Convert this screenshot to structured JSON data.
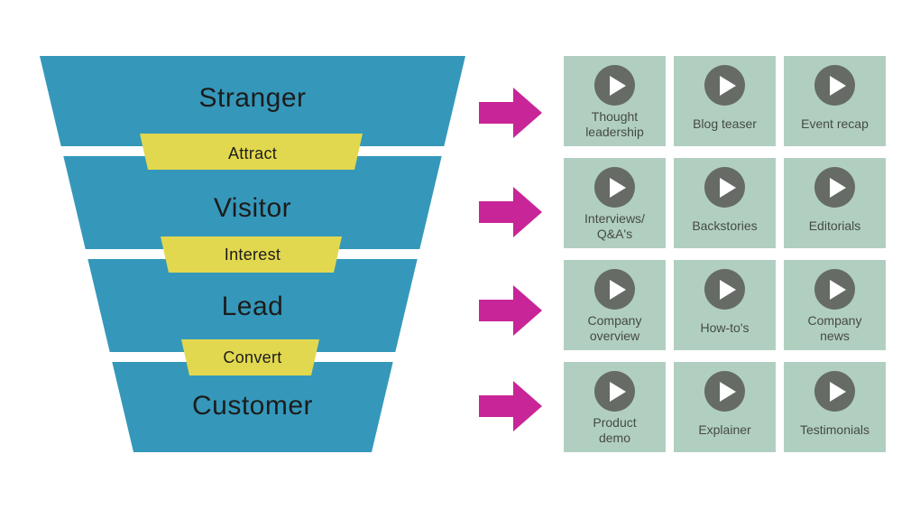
{
  "background_color": "#ffffff",
  "funnel": {
    "stage_color": "#3598ba",
    "transition_color": "#e2d84f",
    "label_color": "#1c1c1c",
    "stages": [
      {
        "label": "Stranger"
      },
      {
        "label": "Visitor"
      },
      {
        "label": "Lead"
      },
      {
        "label": "Customer"
      }
    ],
    "transitions": [
      {
        "label": "Attract"
      },
      {
        "label": "Interest"
      },
      {
        "label": "Convert"
      }
    ]
  },
  "arrows": {
    "color": "#c82598",
    "direction": "right",
    "count": 4
  },
  "cards": {
    "bg_color": "#b1cfc0",
    "play_icon_color": "#666b66",
    "label_color": "#454a46",
    "items": [
      {
        "lines": [
          "Thought",
          "leadership"
        ]
      },
      {
        "lines": [
          "Blog teaser"
        ]
      },
      {
        "lines": [
          "Event recap"
        ]
      },
      {
        "lines": [
          "Interviews/",
          "Q&A's"
        ]
      },
      {
        "lines": [
          "Backstories"
        ]
      },
      {
        "lines": [
          "Editorials"
        ]
      },
      {
        "lines": [
          "Company",
          "overview"
        ]
      },
      {
        "lines": [
          "How-to's"
        ]
      },
      {
        "lines": [
          "Company",
          "news"
        ]
      },
      {
        "lines": [
          "Product",
          "demo"
        ]
      },
      {
        "lines": [
          "Explainer"
        ]
      },
      {
        "lines": [
          "Testimonials"
        ]
      }
    ]
  }
}
